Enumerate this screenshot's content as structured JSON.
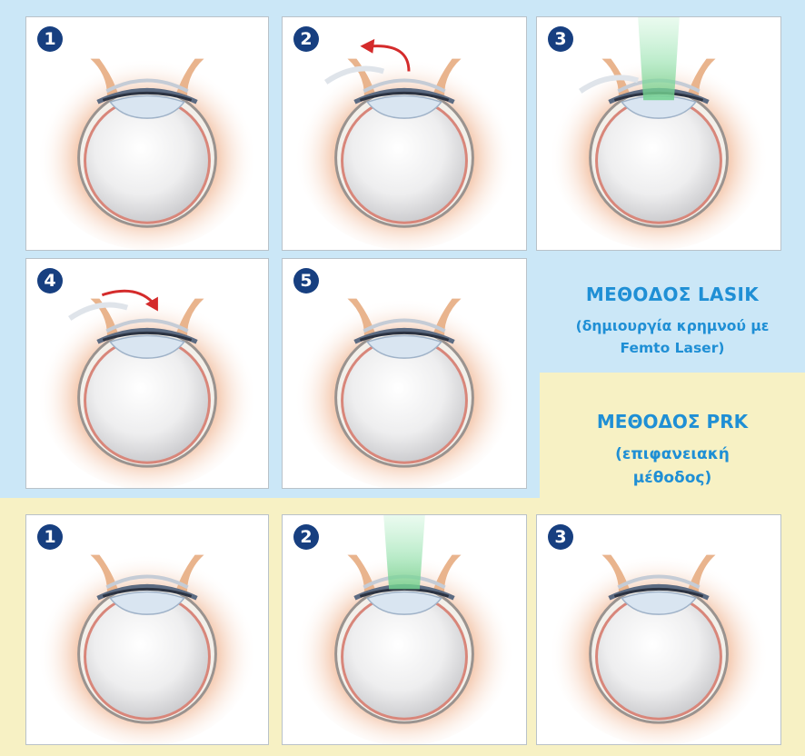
{
  "lasik": {
    "steps": [
      "1",
      "2",
      "3",
      "4",
      "5"
    ],
    "title": "ΜΕΘΟΔΟΣ LASIK",
    "subtitle_line1": "(δημιουργία κρημνού με",
    "subtitle_line2": "Femto Laser)"
  },
  "prk": {
    "steps": [
      "1",
      "2",
      "3"
    ],
    "title": "ΜΕΘΟΔΟΣ PRK",
    "subtitle_line1": "(επιφανειακή",
    "subtitle_line2": "μέθοδος)"
  },
  "colors": {
    "lasik_background": "#cbe7f7",
    "prk_background": "#f7f1c4",
    "step_badge": "#173f80",
    "label_text": "#1f8fd5",
    "laser_beam": "#7ddc9a",
    "arrow_red": "#d42b2b"
  },
  "icons": [
    "eye-cross-section-icon",
    "laser-beam-icon",
    "flap-lift-arrow-icon",
    "flap-return-arrow-icon",
    "corneal-flap-icon"
  ]
}
